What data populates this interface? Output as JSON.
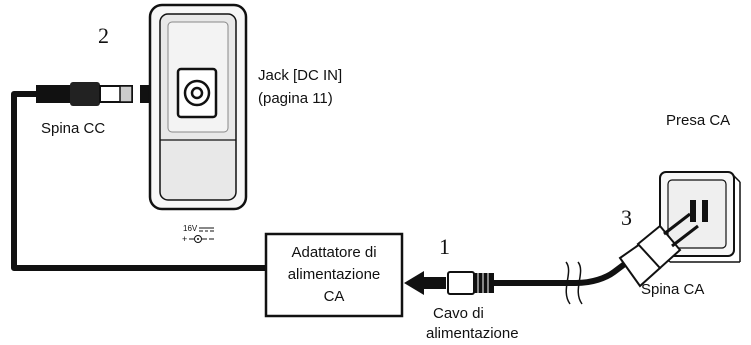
{
  "steps": {
    "step1": "1",
    "step2": "2",
    "step3": "3"
  },
  "labels": {
    "dc_jack_line1": "Jack [DC IN]",
    "dc_jack_line2": "(pagina 11)",
    "dc_plug": "Spina CC",
    "outlet": "Presa CA",
    "ac_plug": "Spina CA",
    "cord_line1": "Cavo di",
    "cord_line2": "alimentazione",
    "adapter_line1": "Adattatore di",
    "adapter_line2": "alimentazione",
    "adapter_line3": "CA",
    "polarity_voltage": "16V",
    "polarity_symbol": "+ -◐- –"
  },
  "icons": {
    "arrow": "right-arrow-icon",
    "jack": "dc-jack-icon",
    "outlet": "wall-outlet-icon"
  },
  "colors": {
    "line": "#111111",
    "panel_fill": "#f3f3f3",
    "panel_shade": "#dcdcdc"
  }
}
